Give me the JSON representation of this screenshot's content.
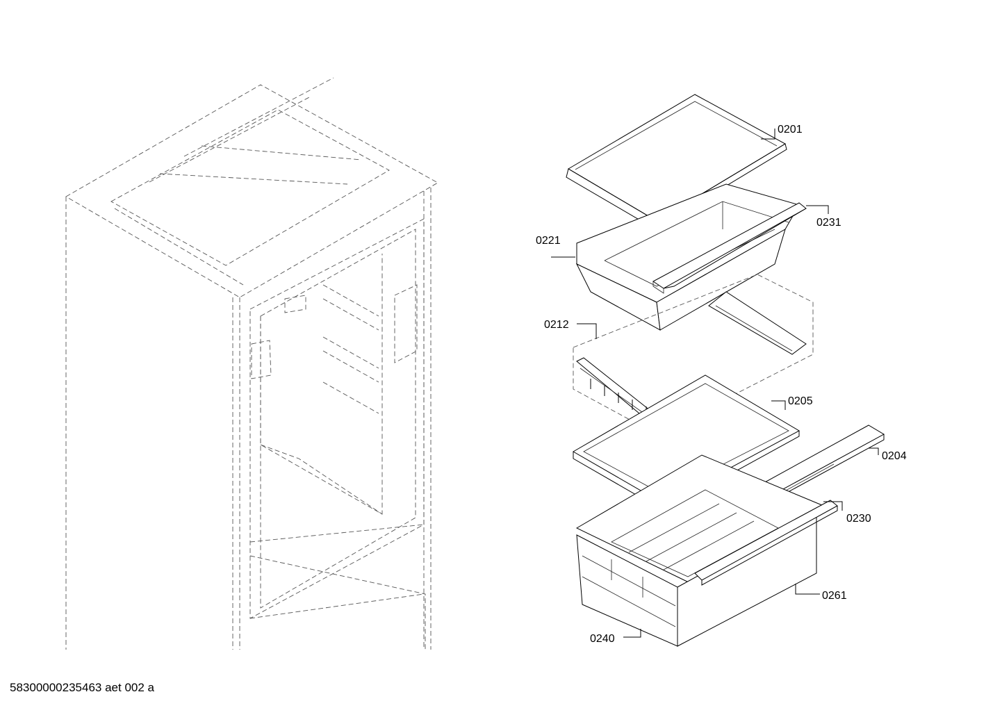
{
  "callouts": {
    "p0201": "0201",
    "p0231": "0231",
    "p0221": "0221",
    "p0212": "0212",
    "p0205": "0205",
    "p0204": "0204",
    "p0230": "0230",
    "p0261": "0261",
    "p0240": "0240"
  },
  "footer": {
    "document_id": "58300000235463 aet 002 a"
  }
}
